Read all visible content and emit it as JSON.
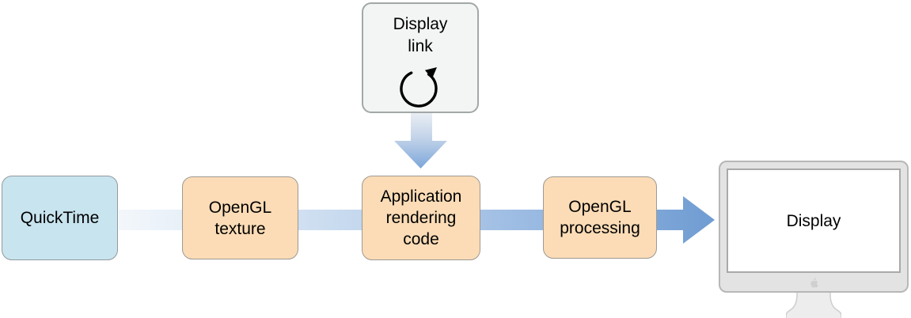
{
  "diagram": {
    "nodes": {
      "display_link": {
        "label": "Display\nlink",
        "fill": "#f3f5f5",
        "icon": "circular-arrow-icon"
      },
      "quicktime": {
        "label": "QuickTime",
        "fill": "#c8e4ef"
      },
      "opengl_texture": {
        "label": "OpenGL\ntexture",
        "fill": "#fbdcb6"
      },
      "application_rendering_code": {
        "label": "Application\nrendering\ncode",
        "fill": "#fbdcb6"
      },
      "opengl_processing": {
        "label": "OpenGL\nprocessing",
        "fill": "#fbdcb6"
      },
      "display": {
        "label": "Display",
        "icon": "imac-monitor",
        "logo": "apple-logo-icon"
      }
    },
    "edges": [
      {
        "from": "quicktime",
        "to": "opengl_texture",
        "style": "gradient-band"
      },
      {
        "from": "opengl_texture",
        "to": "application_rendering_code",
        "style": "gradient-band"
      },
      {
        "from": "application_rendering_code",
        "to": "opengl_processing",
        "style": "gradient-band"
      },
      {
        "from": "opengl_processing",
        "to": "display",
        "style": "gradient-band-arrowhead"
      },
      {
        "from": "display_link",
        "to": "application_rendering_code",
        "style": "gradient-arrow-down"
      }
    ],
    "colors": {
      "flow_gradient_start": "#f3f7fb",
      "flow_gradient_end": "#6f9cd2",
      "blue_box_fill": "#c8e4ef",
      "orange_box_fill": "#fbdcb6",
      "gray_box_fill": "#f3f5f5",
      "monitor_bezel": "#e3e3e3",
      "text": "#000000"
    }
  }
}
